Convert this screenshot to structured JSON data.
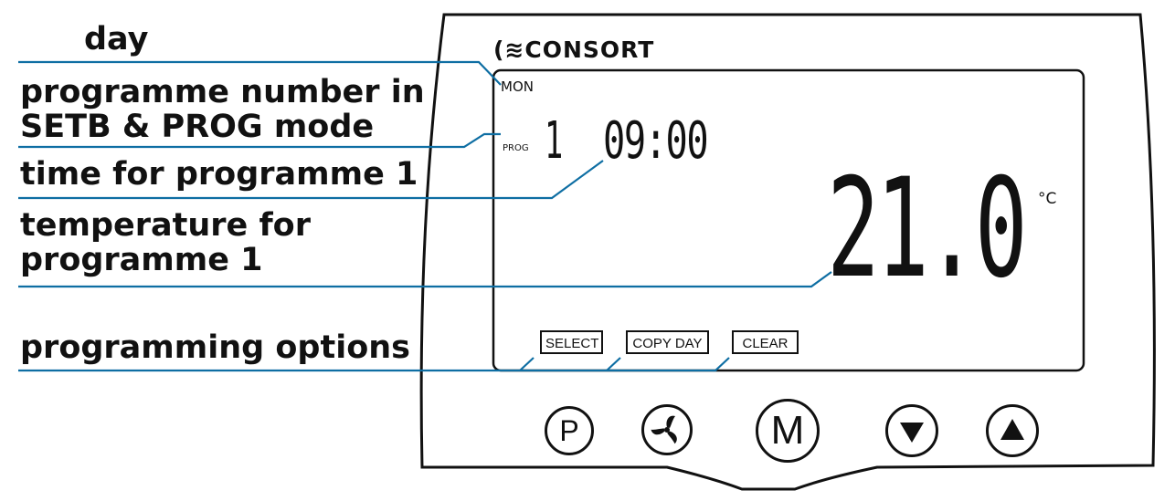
{
  "callouts": {
    "day": "day",
    "programme_number_line1": "programme number in",
    "programme_number_line2": "SETB & PROG mode",
    "time_for_programme": "time for programme 1",
    "temperature_line1": "temperature for",
    "temperature_line2": "programme 1",
    "programming_options": "programming options"
  },
  "device": {
    "brand": "CONSORT",
    "brand_mark": "(≋",
    "display": {
      "day": "MON",
      "prog_label": "PROG",
      "programme_number": "1",
      "time": "09:00",
      "temperature": "21.0",
      "unit": "°C"
    },
    "options": [
      "SELECT",
      "COPY DAY",
      "CLEAR"
    ],
    "buttons": {
      "p": "P",
      "fan": "fan-icon",
      "m": "M",
      "down": "down-arrow-icon",
      "up": "up-arrow-icon"
    }
  }
}
